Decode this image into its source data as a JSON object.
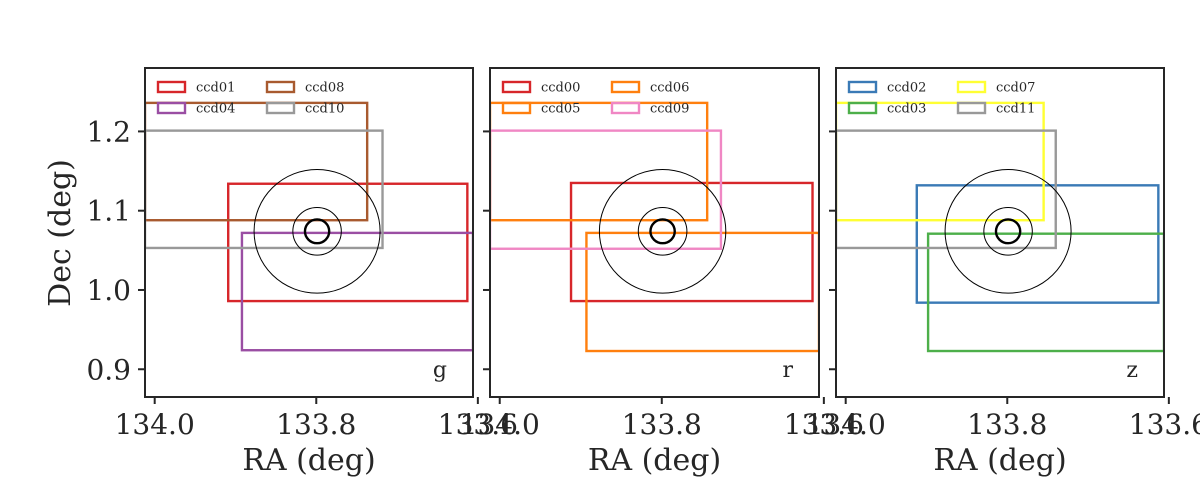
{
  "chart_data": [
    {
      "type": "line",
      "band": "g",
      "xlabel": "RA (deg)",
      "ylabel": "Dec (deg)",
      "xlim": [
        134.012,
        133.606
      ],
      "ylim": [
        0.865,
        1.28
      ],
      "xticks": [
        134.0,
        133.8,
        133.6
      ],
      "xtick_labels": [
        "134.0",
        "133.8",
        "133.6"
      ],
      "yticks": [
        0.9,
        1.0,
        1.1,
        1.2
      ],
      "ytick_labels": [
        "0.9",
        "1.0",
        "1.1",
        "1.2"
      ],
      "circles": [
        {
          "ra": 133.799,
          "dec": 1.074,
          "r": 0.078,
          "width": 1
        },
        {
          "ra": 133.799,
          "dec": 1.074,
          "r": 0.03,
          "width": 1
        },
        {
          "ra": 133.799,
          "dec": 1.074,
          "r": 0.015,
          "width": 2.4
        }
      ],
      "legend_placement": "upper-left",
      "legend_columns": 2,
      "series": [
        {
          "name": "ccd01",
          "color": "#d7262a",
          "ra_min": 133.613,
          "ra_max": 133.909,
          "dec_min": 0.986,
          "dec_max": 1.134
        },
        {
          "name": "ccd04",
          "color": "#9a4ea3",
          "ra_min": 133.606,
          "ra_max": 133.892,
          "dec_min": 0.924,
          "dec_max": 1.072
        },
        {
          "name": "ccd08",
          "color": "#a85a2f",
          "ra_min": 133.737,
          "ra_max": 134.012,
          "dec_min": 1.088,
          "dec_max": 1.236
        },
        {
          "name": "ccd10",
          "color": "#999999",
          "ra_min": 133.718,
          "ra_max": 134.012,
          "dec_min": 1.053,
          "dec_max": 1.201
        }
      ]
    },
    {
      "type": "line",
      "band": "r",
      "xlabel": "RA (deg)",
      "ylabel": "",
      "xlim": [
        134.012,
        133.606
      ],
      "ylim": [
        0.865,
        1.28
      ],
      "xticks": [
        134.0,
        133.8,
        133.6
      ],
      "xtick_labels": [
        "134.0",
        "133.8",
        "133.6"
      ],
      "yticks": [
        0.9,
        1.0,
        1.1,
        1.2
      ],
      "ytick_labels": [],
      "circles": [
        {
          "ra": 133.799,
          "dec": 1.074,
          "r": 0.078,
          "width": 1
        },
        {
          "ra": 133.799,
          "dec": 1.074,
          "r": 0.03,
          "width": 1
        },
        {
          "ra": 133.799,
          "dec": 1.074,
          "r": 0.015,
          "width": 2.4
        }
      ],
      "legend_placement": "upper-left",
      "legend_columns": 2,
      "series": [
        {
          "name": "ccd00",
          "color": "#d7262a",
          "ra_min": 133.614,
          "ra_max": 133.912,
          "dec_min": 0.986,
          "dec_max": 1.135
        },
        {
          "name": "ccd05",
          "color": "#ff7f0e",
          "ra_min": 133.744,
          "ra_max": 134.012,
          "dec_min": 1.088,
          "dec_max": 1.236
        },
        {
          "name": "ccd06",
          "color": "#ff7f0e",
          "ra_min": 133.606,
          "ra_max": 133.893,
          "dec_min": 0.923,
          "dec_max": 1.072
        },
        {
          "name": "ccd09",
          "color": "#f087c4",
          "ra_min": 133.727,
          "ra_max": 134.012,
          "dec_min": 1.052,
          "dec_max": 1.201
        }
      ]
    },
    {
      "type": "line",
      "band": "z",
      "xlabel": "RA (deg)",
      "ylabel": "",
      "xlim": [
        134.012,
        133.606
      ],
      "ylim": [
        0.865,
        1.28
      ],
      "xticks": [
        134.0,
        133.8,
        133.6
      ],
      "xtick_labels": [
        "134.0",
        "133.8",
        "133.6"
      ],
      "yticks": [
        0.9,
        1.0,
        1.1,
        1.2
      ],
      "ytick_labels": [],
      "circles": [
        {
          "ra": 133.799,
          "dec": 1.074,
          "r": 0.078,
          "width": 1
        },
        {
          "ra": 133.799,
          "dec": 1.074,
          "r": 0.03,
          "width": 1
        },
        {
          "ra": 133.799,
          "dec": 1.074,
          "r": 0.015,
          "width": 2.4
        }
      ],
      "legend_placement": "upper-left",
      "legend_columns": 2,
      "series": [
        {
          "name": "ccd02",
          "color": "#3a7ab6",
          "ra_min": 133.613,
          "ra_max": 133.912,
          "dec_min": 0.984,
          "dec_max": 1.132
        },
        {
          "name": "ccd03",
          "color": "#4daf4a",
          "ra_min": 133.606,
          "ra_max": 133.898,
          "dec_min": 0.923,
          "dec_max": 1.071
        },
        {
          "name": "ccd07",
          "color": "#ffff33",
          "ra_min": 133.755,
          "ra_max": 134.012,
          "dec_min": 1.088,
          "dec_max": 1.236
        },
        {
          "name": "ccd11",
          "color": "#999999",
          "ra_min": 133.74,
          "ra_max": 134.012,
          "dec_min": 1.053,
          "dec_max": 1.201
        }
      ]
    }
  ]
}
